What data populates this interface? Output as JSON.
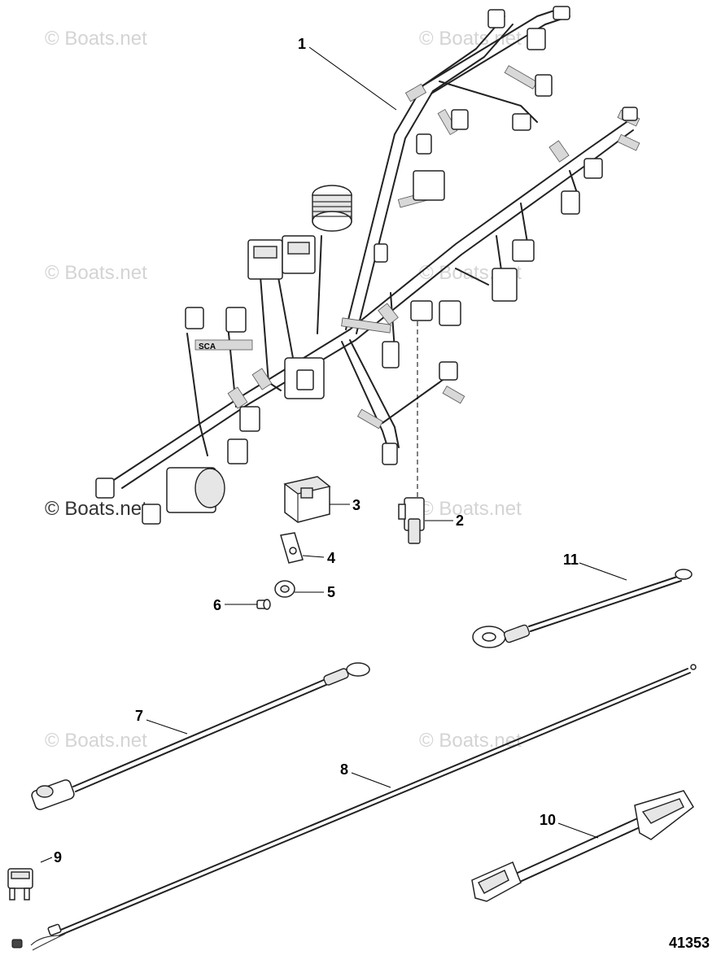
{
  "watermarks": {
    "text_light": "© Boats.net",
    "text_dark": "© Boats.net"
  },
  "callouts": {
    "c1": "1",
    "c2": "2",
    "c3": "3",
    "c4": "4",
    "c5": "5",
    "c6": "6",
    "c7": "7",
    "c8": "8",
    "c9": "9",
    "c10": "10",
    "c11": "11"
  },
  "harness_label": "SCA",
  "diagram_number": "41353",
  "colors": {
    "line": "#222222",
    "watermark": "#d4d4d4",
    "tape": "#d8d8d8"
  }
}
